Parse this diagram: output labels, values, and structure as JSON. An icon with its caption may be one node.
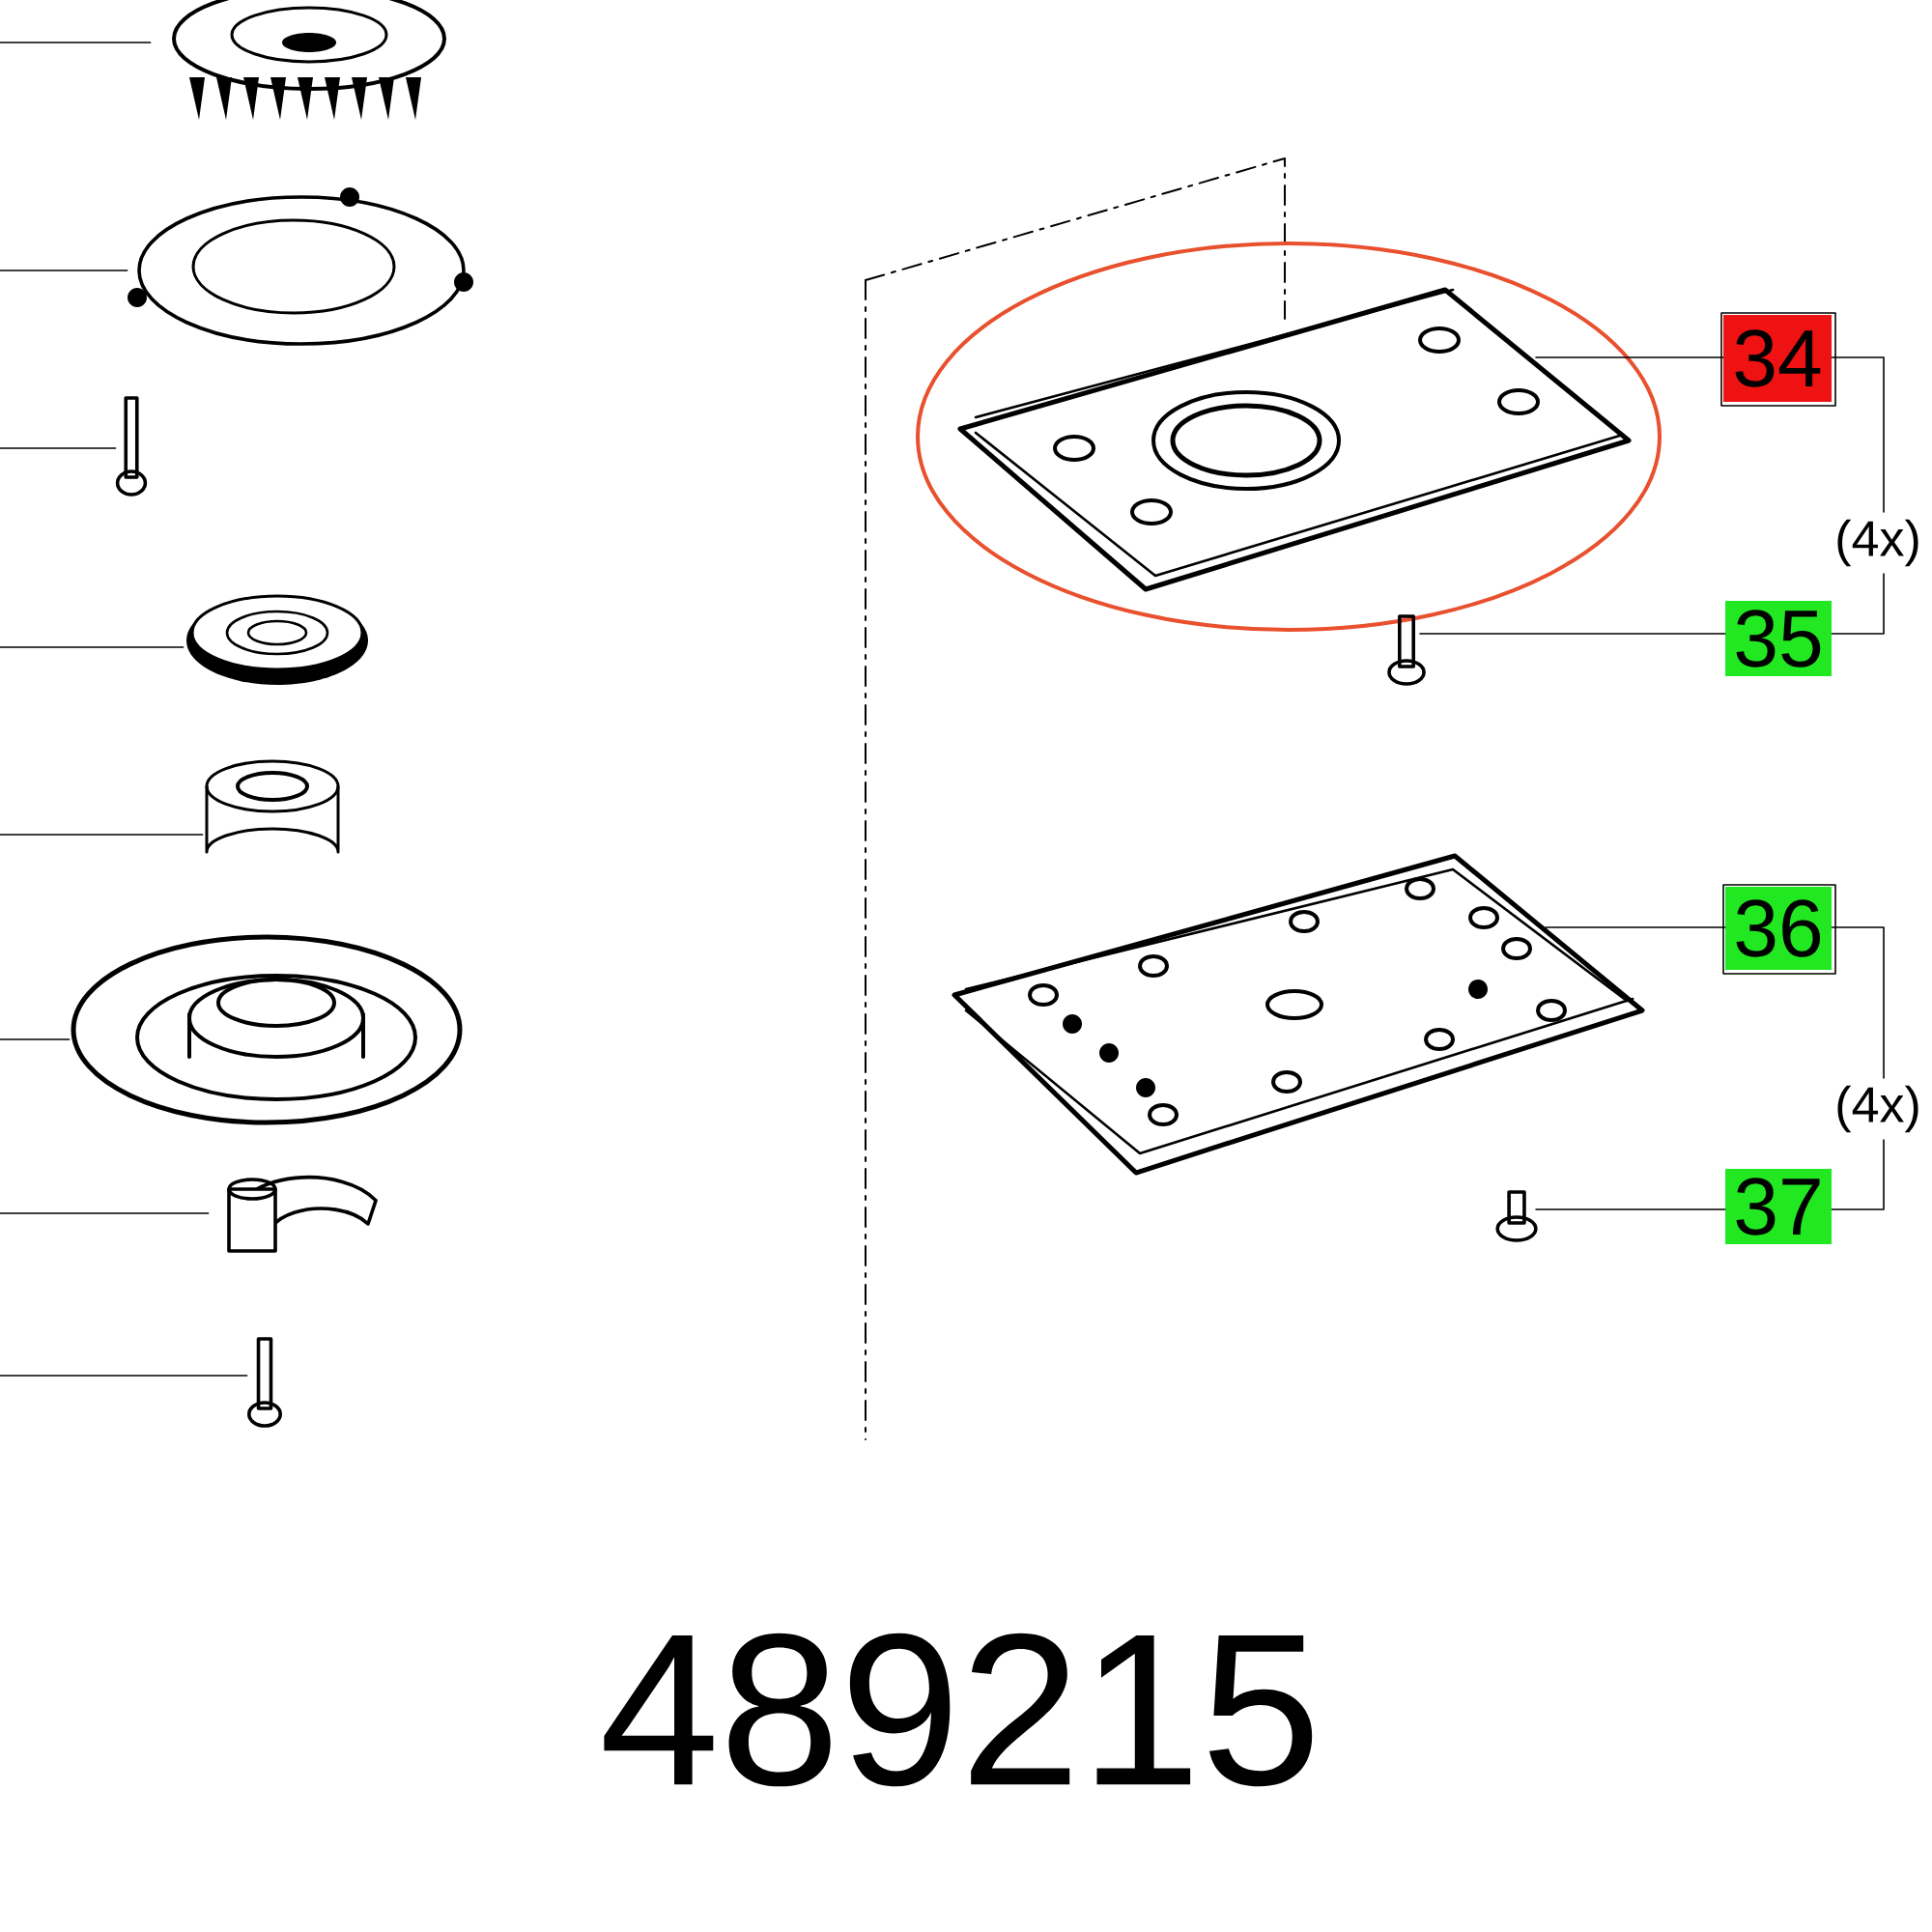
{
  "diagram": {
    "nodes": [
      {
        "text": [],
        "shape": "picture"
      },
      {
        "text": [],
        "shape": "picture"
      },
      {
        "text": [],
        "shape": "picture"
      },
      {
        "text": [],
        "shape": "picture"
      },
      {
        "text": [],
        "shape": "picture"
      },
      {
        "text": [],
        "shape": "picture"
      },
      {
        "text": [],
        "shape": "picture"
      },
      {
        "text": [],
        "shape": "picture"
      },
      {
        "text": [],
        "shape": "picture"
      },
      {
        "text": [
          "34"
        ]
      },
      {
        "text": [],
        "shape": "picture"
      },
      {
        "text": [
          "35"
        ]
      },
      {
        "text": [],
        "shape": "picture"
      },
      {
        "text": [
          "36"
        ]
      },
      {
        "text": [],
        "shape": "picture"
      },
      {
        "text": [
          "37"
        ]
      }
    ],
    "edges": [
      {
        "from": null,
        "to": 0,
        "arrow": "none"
      },
      {
        "from": null,
        "to": 1,
        "arrow": "none"
      },
      {
        "from": null,
        "to": 2,
        "arrow": "none"
      },
      {
        "from": null,
        "to": 3,
        "arrow": "none"
      },
      {
        "from": null,
        "to": 4,
        "arrow": "none"
      },
      {
        "from": null,
        "to": 5,
        "arrow": "none"
      },
      {
        "from": null,
        "to": 6,
        "arrow": "none"
      },
      {
        "from": null,
        "to": 7,
        "arrow": "none"
      },
      {
        "from": 9,
        "to": 8,
        "arrow": "none"
      },
      {
        "from": 11,
        "to": 10,
        "arrow": "none"
      },
      {
        "from": 13,
        "to": 12,
        "arrow": "none"
      },
      {
        "from": 15,
        "to": 14,
        "arrow": "none"
      }
    ],
    "labels": [
      "(4x)",
      "(4x)",
      "489215"
    ]
  }
}
